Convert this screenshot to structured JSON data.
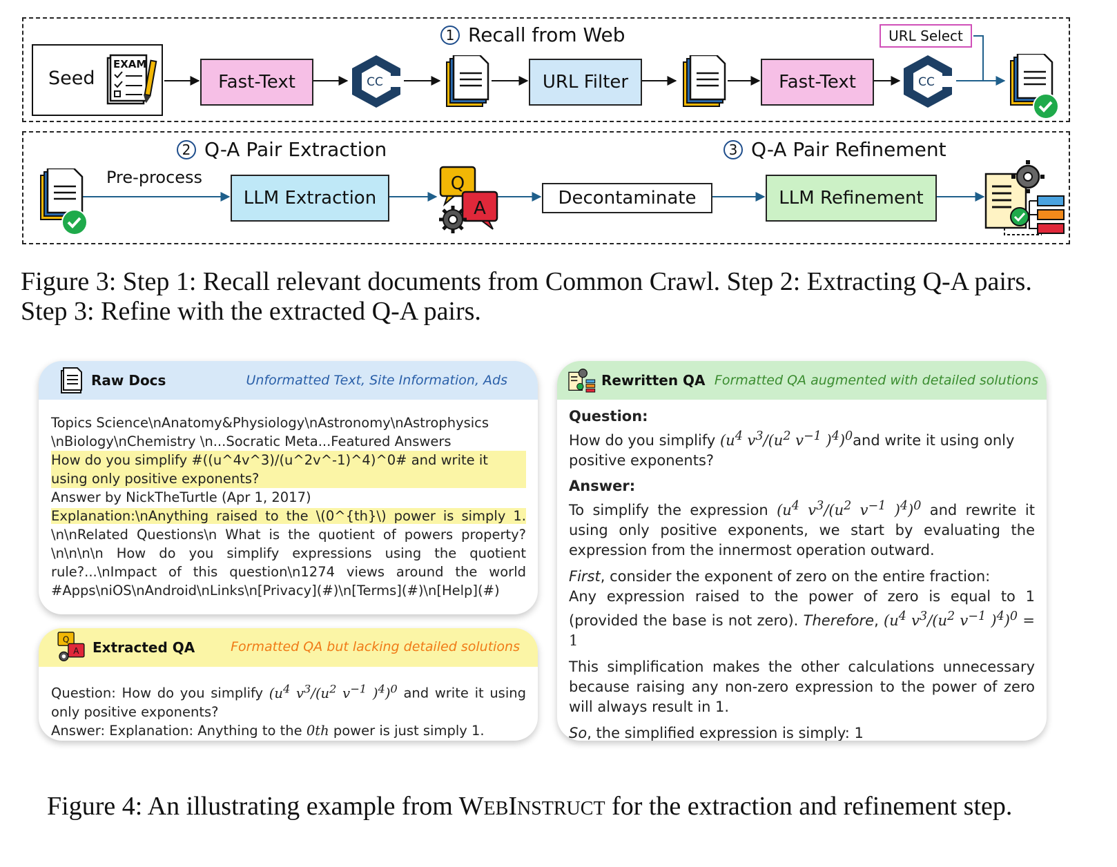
{
  "figure3": {
    "step1_title": "Recall from Web",
    "step1_num": "1",
    "step2_title": "Q-A Pair Extraction",
    "step2_num": "2",
    "step3_title": "Q-A Pair Refinement",
    "step3_num": "3",
    "seed_label": "Seed",
    "exam_label": "EXAM",
    "fasttext_1": "Fast-Text",
    "cc_1": "CC",
    "url_filter": "URL Filter",
    "fasttext_2": "Fast-Text",
    "cc_2": "CC",
    "url_select": "URL Select",
    "preprocess": "Pre-process",
    "llm_extraction": "LLM Extraction",
    "q_letter": "Q",
    "a_letter": "A",
    "decontaminate": "Decontaminate",
    "llm_refinement": "LLM Refinement",
    "caption_line1": "Figure 3: Step 1: Recall relevant documents from Common Crawl. Step 2: Extracting Q-A pairs.",
    "caption_line2": "Step 3: Refine with the extracted Q-A pairs."
  },
  "colors": {
    "fasttext": "#f6bfe6",
    "url_filter": "#cfe7f8",
    "llm_extraction": "#bfe8f7",
    "llm_refinement": "#ccf1c6",
    "url_select_border": "#d04fb8",
    "arrow": "#1f5f8b",
    "cc_hex": "#1d3f64",
    "raw_docs_head": "#d7e8f8",
    "extracted_head": "#fbf5a6",
    "rewritten_head": "#cdeecb",
    "raw_docs_sub": "#2a5fa8",
    "extracted_sub": "#f07a16",
    "rewritten_sub": "#3a8c2f"
  },
  "raw_docs": {
    "title": "Raw Docs",
    "subtitle": "Unformatted Text, Site Information, Ads",
    "line1": "Topics Science\\nAnatomy&Physiology\\nAstronomy\\nAstrophysics",
    "line2": "\\nBiology\\nChemistry \\n...Socratic Meta...Featured Answers",
    "hl1": "How do you simplify #((u^4v^3)/(u^2v^-1)^4)^0# and write it using only positive exponents?",
    "line3": "Answer by NickTheTurtle (Apr 1, 2017)",
    "hl2": "Explanation:\\nAnything raised to the \\(0^{th}\\) power is simply 1.",
    "rest": "\\n\\nRelated Questions\\n What is the quotient of powers property? \\n\\n\\n\\n How do you simplify expressions using the quotient rule?...\\nImpact of this question\\n1274 views around the world #Apps\\niOS\\nAndroid\\nLinks\\n[Privacy](#)\\n[Terms](#)\\n[Help](#)"
  },
  "extracted_qa": {
    "title": "Extracted QA",
    "subtitle": "Formatted QA but lacking detailed solutions",
    "q_prefix": "Question: How do you simplify ",
    "q_suffix": " and write it using only positive exponents?",
    "a_prefix": "Answer: Explanation: Anything to the ",
    "a_math": "0th",
    "a_suffix": " power is just simply 1."
  },
  "rewritten_qa": {
    "title": "Rewritten QA",
    "subtitle": "Formatted QA augmented with detailed solutions",
    "question_label": "Question:",
    "q_prefix": "How do you simplify ",
    "q_suffix": "and write it using only positive exponents?",
    "answer_label": "Answer:",
    "a1_prefix": "To simplify the expression ",
    "a1_suffix": " and rewrite it using only positive exponents, we start by evaluating the expression from the innermost operation outward.",
    "first_word": "First",
    "a2": ", consider the exponent of zero on the entire fraction:",
    "a3": "Any expression raised to the power of zero is equal to 1 (provided the base is not zero). ",
    "therefore_word": "Therefore",
    "a4": "This simplification makes the other calculations unnecessary because raising any non-zero expression to the power of zero will always result in 1.",
    "so_word": "So",
    "a5": ", the simplified expression is simply: 1"
  },
  "caption4": {
    "prefix": "Figure 4: An illustrating example from ",
    "web_w": "W",
    "web_eb": "EB",
    "web_i": "I",
    "web_nstruct": "NSTRUCT",
    "suffix": " for the extraction and refinement step."
  }
}
